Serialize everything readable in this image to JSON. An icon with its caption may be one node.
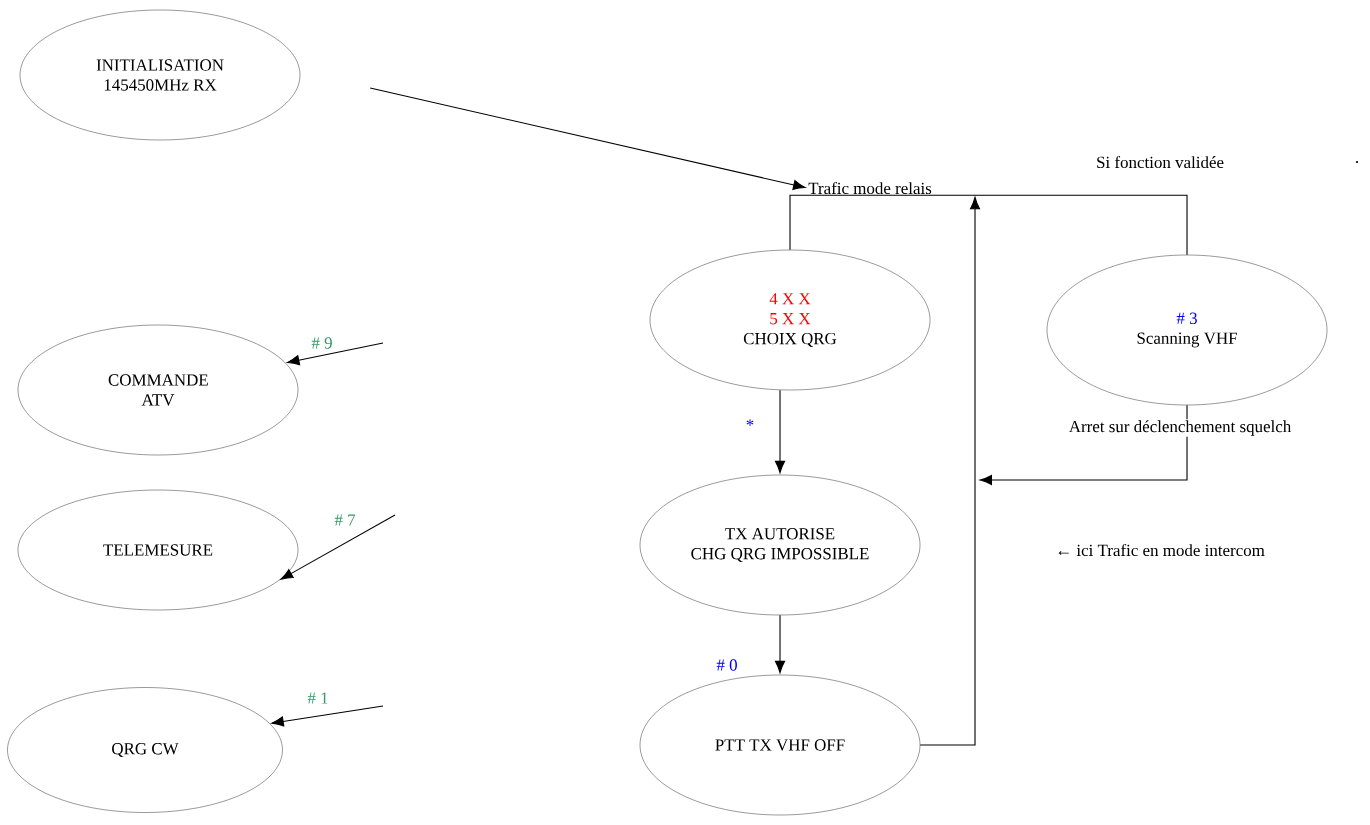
{
  "diagram": {
    "nodes": [
      {
        "text": [
          "INITIALISATION",
          "145450MHz RX"
        ]
      },
      {
        "text": [
          "Trafic mode relais"
        ]
      },
      {
        "text": [
          "4 X X",
          "5 X X",
          "CHOIX QRG"
        ]
      },
      {
        "text": [
          "# 3",
          "Scanning VHF"
        ]
      },
      {
        "text": [
          "COMMANDE ATV"
        ]
      },
      {
        "text": [
          "TELEMESURE"
        ]
      },
      {
        "text": [
          "QRG CW"
        ]
      },
      {
        "text": [
          "TX AUTORISE",
          "CHG QRG IMPOSSIBLE"
        ]
      },
      {
        "text": [
          "PTT TX VHF OFF"
        ]
      }
    ],
    "edges": [
      {
        "from": 0,
        "to": 1,
        "arrow": "to"
      },
      {
        "from": 2,
        "to": 1,
        "arrow": "none"
      },
      {
        "from": 3,
        "to": 1,
        "arrow": "none"
      },
      {
        "from": 8,
        "to": 1,
        "arrow": "to"
      },
      {
        "from": 3,
        "to": null,
        "arrow": "to",
        "label": "Arret sur déclenchement squelch"
      },
      {
        "from": 2,
        "to": 7,
        "arrow": "to",
        "label": "*"
      },
      {
        "from": 7,
        "to": 8,
        "arrow": "to",
        "label": "# 0"
      },
      {
        "from": null,
        "to": 4,
        "arrow": "to",
        "label": "# 9"
      },
      {
        "from": null,
        "to": 5,
        "arrow": "to",
        "label": "# 7"
      },
      {
        "from": null,
        "to": 6,
        "arrow": "to",
        "label": "# 1"
      }
    ],
    "labels": [
      "Si fonction validée",
      ".",
      "← ici Trafic en mode intercom"
    ]
  }
}
